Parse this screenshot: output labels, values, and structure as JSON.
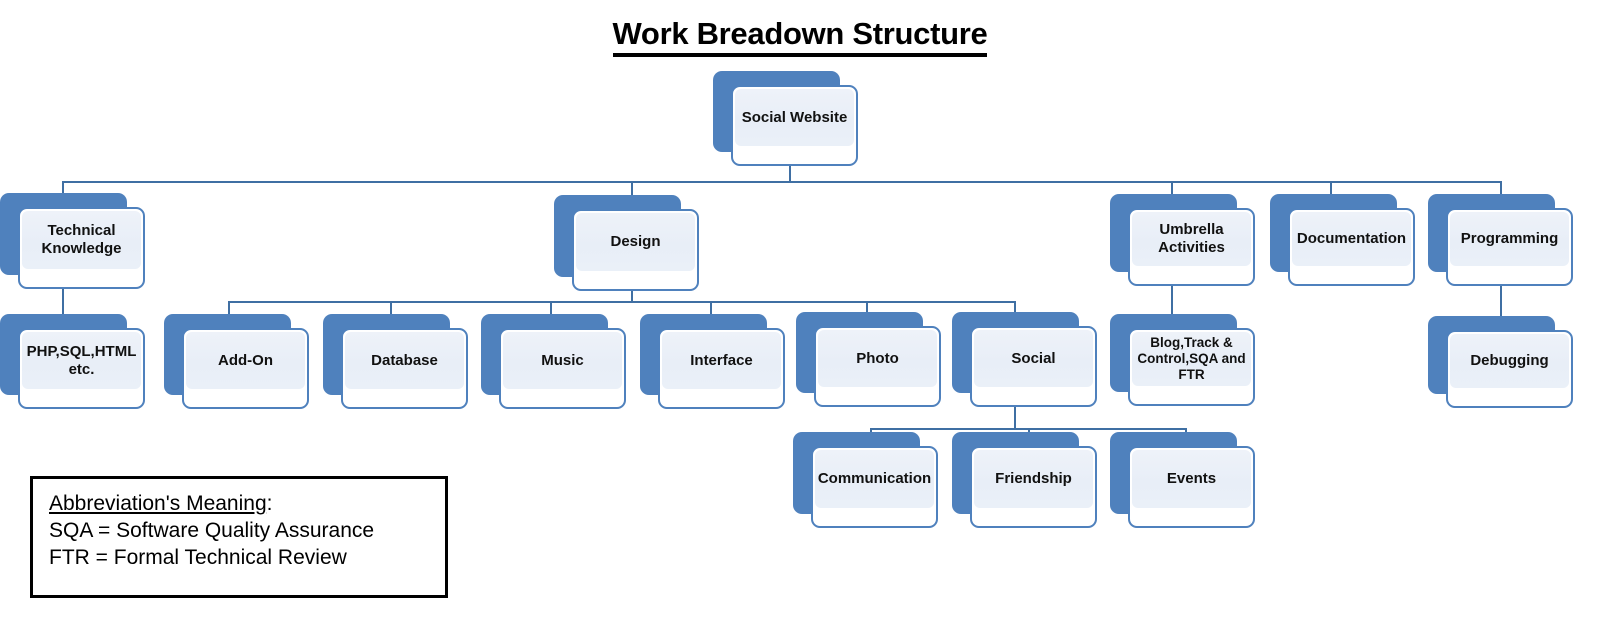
{
  "title": {
    "underlined_text": "Work Breadown Structure"
  },
  "colors": {
    "node_shadow": "#4f81bd",
    "node_border": "#4f81bd",
    "node_fill": "#eaf0f8",
    "connector": "#3f6fa3",
    "text": "#000000",
    "legend_border": "#000000",
    "background": "#ffffff"
  },
  "nodes": {
    "root": {
      "label": "Social Website"
    },
    "level1": [
      {
        "id": "technical-knowledge",
        "label": "Technical\nKnowledge"
      },
      {
        "id": "design",
        "label": "Design"
      },
      {
        "id": "umbrella-activities",
        "label": "Umbrella\nActivities"
      },
      {
        "id": "documentation",
        "label": "Documentation"
      },
      {
        "id": "programming",
        "label": "Programming"
      }
    ],
    "level2": [
      {
        "id": "php-sql-html",
        "label": "PHP,SQL,HTML\netc."
      },
      {
        "id": "add-on",
        "label": "Add-On"
      },
      {
        "id": "database",
        "label": "Database"
      },
      {
        "id": "music",
        "label": "Music"
      },
      {
        "id": "interface",
        "label": "Interface"
      },
      {
        "id": "photo",
        "label": "Photo"
      },
      {
        "id": "social",
        "label": "Social"
      },
      {
        "id": "blog-track-control",
        "label": "Blog,Track &\nControl,SQA and\nFTR"
      },
      {
        "id": "debugging",
        "label": "Debugging"
      }
    ],
    "level3": [
      {
        "id": "communication",
        "label": "Communication"
      },
      {
        "id": "friendship",
        "label": "Friendship"
      },
      {
        "id": "events",
        "label": "Events"
      }
    ]
  },
  "legend": {
    "heading": "Abbreviation's Meaning",
    "heading_suffix": ":",
    "lines": [
      "SQA = Software Quality Assurance",
      "FTR = Formal Technical Review"
    ]
  }
}
